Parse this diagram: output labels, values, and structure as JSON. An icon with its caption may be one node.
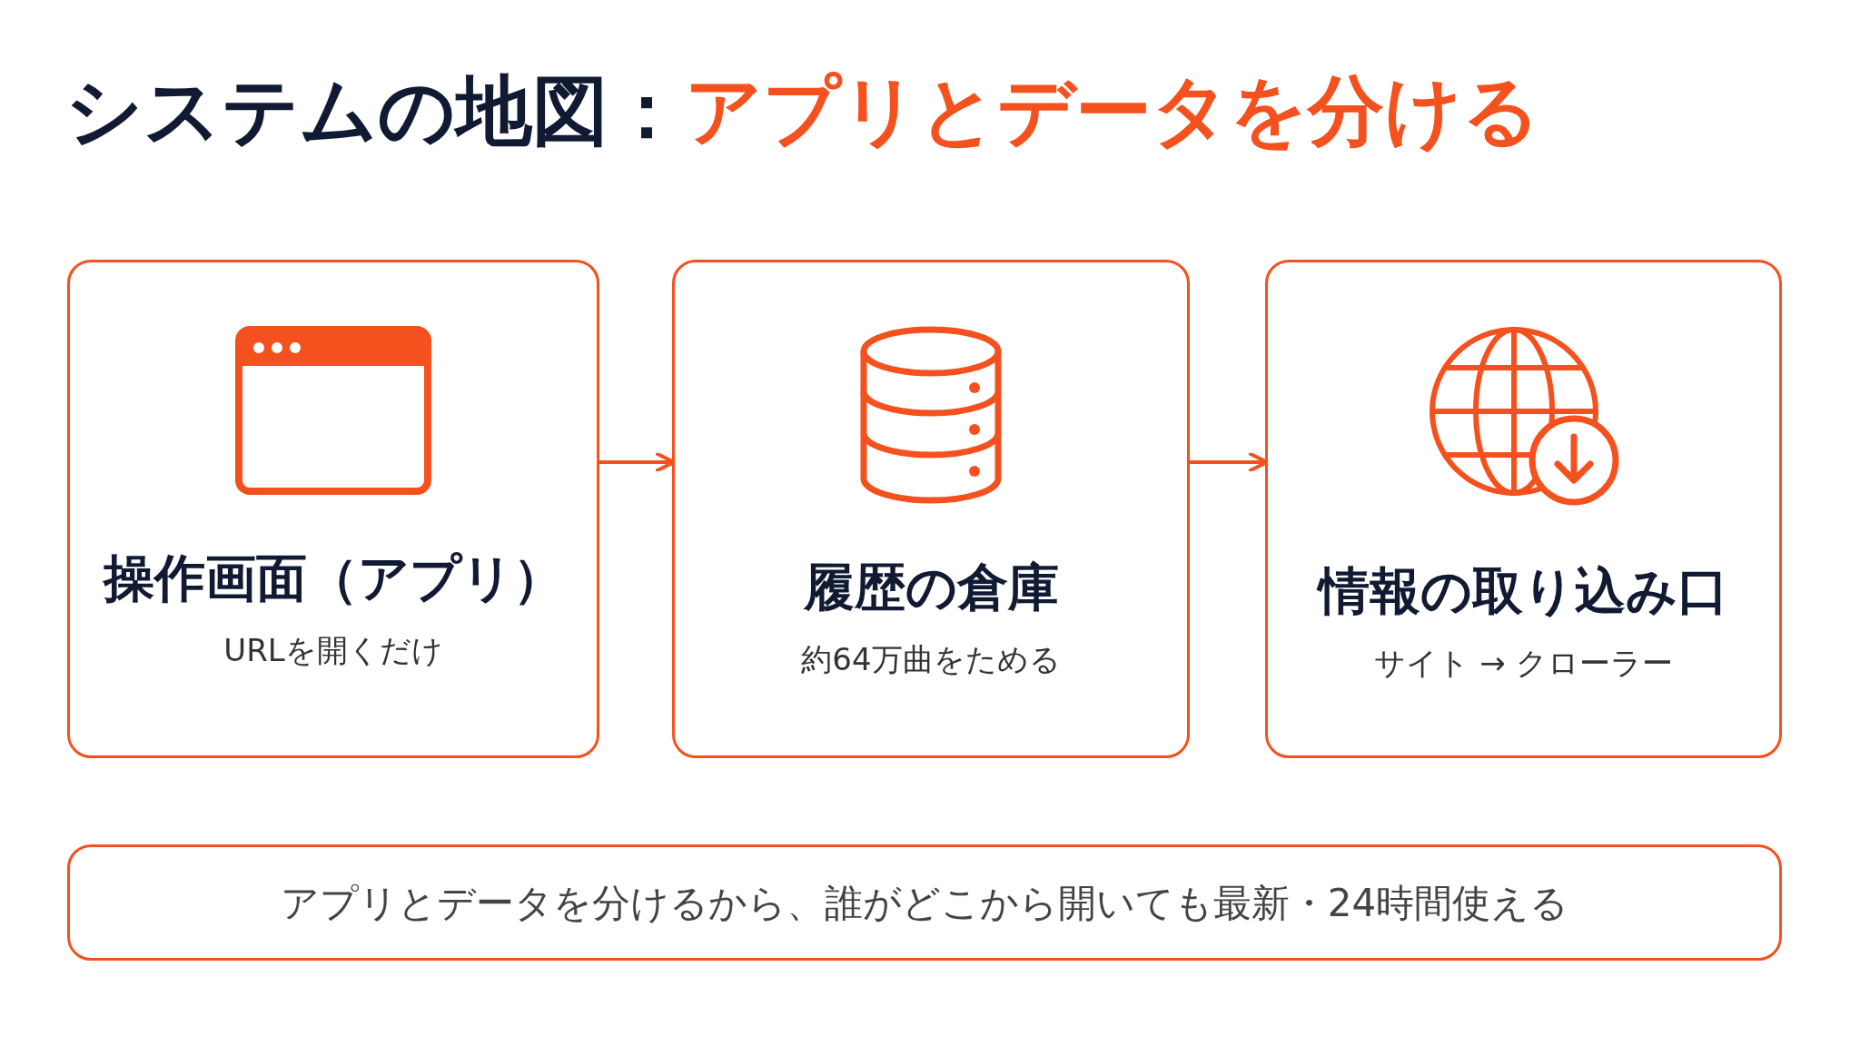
{
  "diagram": {
    "title": "システムの地図：*アプリとデータを分ける*",
    "nodes": [
      {
        "text": [
          "操作画面（アプリ）",
          "URLを開くだけ"
        ]
      },
      {
        "text": [
          "履歴の倉庫",
          "約64万曲をためる"
        ]
      },
      {
        "text": [
          "情報の取り込み口",
          "サイト → クローラー"
        ]
      },
      {
        "text": [
          "アプリとデータを分けるから、誰がどこから開いても最新・24時間使える"
        ]
      }
    ],
    "edges": [
      {
        "from": 0,
        "to": 1,
        "arrow": "to"
      },
      {
        "from": 1,
        "to": 2,
        "arrow": "to"
      }
    ]
  }
}
